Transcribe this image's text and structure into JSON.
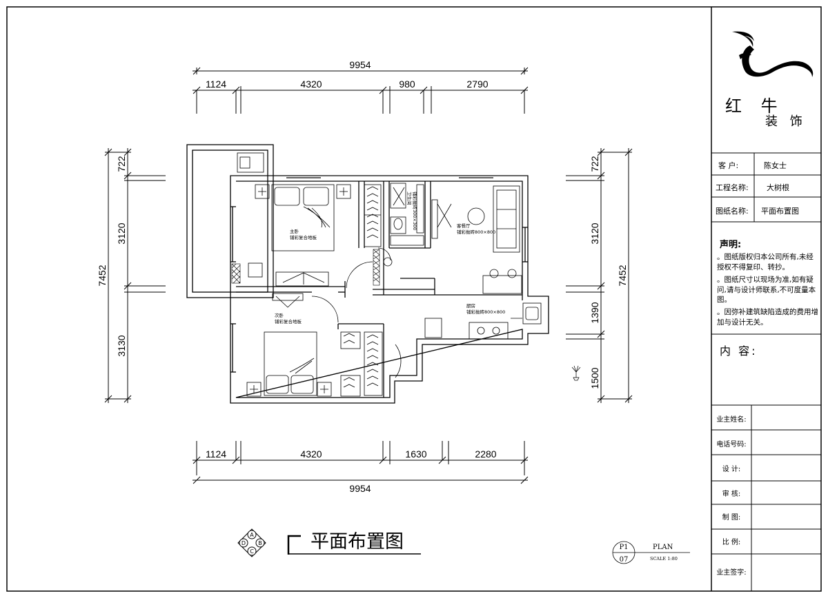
{
  "dimensions": {
    "top_total": "9954",
    "top_segments": [
      "1124",
      "4320",
      "980",
      "2790"
    ],
    "bottom_total": "9954",
    "bottom_segments": [
      "1124",
      "4320",
      "1630",
      "2280"
    ],
    "left_total": "7452",
    "left_segments": [
      "722",
      "3120",
      "3130"
    ],
    "right_total": "7452",
    "right_segments": [
      "722",
      "3120",
      "1390",
      "1500"
    ]
  },
  "rooms": {
    "master_bedroom": [
      "主卧",
      "铺彩复合地板"
    ],
    "living_dining": [
      "客餐厅",
      "铺彩抛砖800×800"
    ],
    "bathroom": [
      "卫生间",
      "铺彩抛砖300×300"
    ],
    "second_bedroom": [
      "次卧",
      "铺彩复合地板"
    ],
    "kitchen": [
      "厨房",
      "铺彩抛砖800×800"
    ]
  },
  "drawing": {
    "title": "平面布置图",
    "compass_letters": [
      "A",
      "B",
      "C",
      "D"
    ],
    "plan_code": "P1",
    "plan_num": "07",
    "plan_label": "PLAN",
    "scale": "SCALE 1:80"
  },
  "title_block": {
    "brand_line1": "红 牛",
    "brand_line2": "装 饰",
    "client_label": "客  户:",
    "client_value": "陈女士",
    "project_label": "工程名称:",
    "project_value": "大树根",
    "drawing_label": "图纸名称:",
    "drawing_value": "平面布置图",
    "declaration_title": "声明:",
    "declarations": [
      "。图纸版权归本公司所有,未经授权不得复印、转抄。",
      "。图纸尺寸以现场为准,如有疑问,请与设计师联系,不可度量本图。",
      "。因弥补建筑缺陷造成的费用增加与设计无关。"
    ],
    "content_label": "内 容:",
    "sign_rows": [
      "业主姓名:",
      "电话号码:",
      "设 计:",
      "审 核:",
      "制 图:",
      "比 例:",
      "业主签字:"
    ]
  }
}
